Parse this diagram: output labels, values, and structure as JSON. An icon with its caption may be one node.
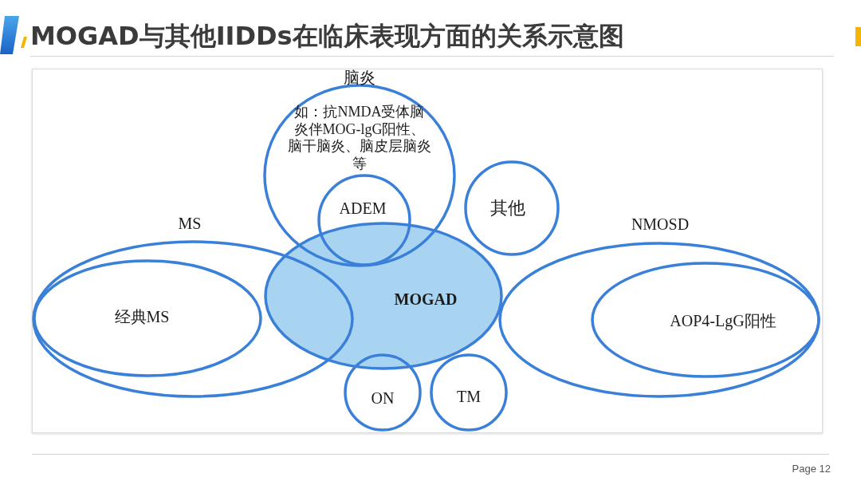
{
  "diagram": {
    "title": "MOGAD与其他IIDDs在临床表现方面的关系示意图",
    "nodes": [
      {
        "text": [
          "脑炎",
          "如：抗NMDA受体脑炎伴MOG-lgG阳性、脑干脑炎、脑皮层脑炎等"
        ]
      },
      {
        "text": [
          "ADEM"
        ],
        "in": 0
      },
      {
        "text": [
          "其他"
        ]
      },
      {
        "text": [
          "MS"
        ]
      },
      {
        "text": [
          "经典MS"
        ],
        "in": 3
      },
      {
        "text": [
          "MOGAD"
        ]
      },
      {
        "text": [
          "NMOSD"
        ]
      },
      {
        "text": [
          "AOP4-LgG阳性"
        ],
        "in": 6
      },
      {
        "text": [
          "ON"
        ]
      },
      {
        "text": [
          "TM"
        ]
      }
    ],
    "labels": [
      "Page 12"
    ]
  }
}
